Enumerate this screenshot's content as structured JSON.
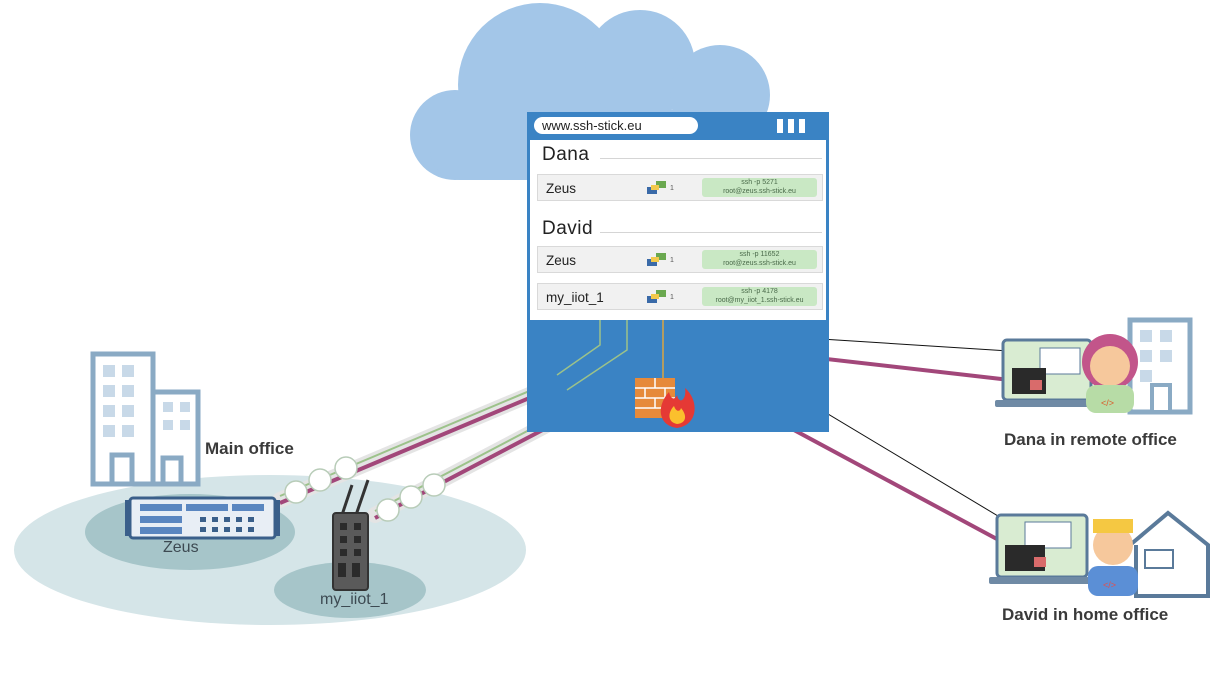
{
  "browser": {
    "url": "www.ssh-stick.eu",
    "users": [
      {
        "name": "Dana",
        "devices": [
          {
            "name": "Zeus",
            "count": "1",
            "cmd_line1": "ssh -p 5271",
            "cmd_line2": "root@zeus.ssh-stick.eu"
          }
        ]
      },
      {
        "name": "David",
        "devices": [
          {
            "name": "Zeus",
            "count": "1",
            "cmd_line1": "ssh -p 11652",
            "cmd_line2": "root@zeus.ssh-stick.eu"
          },
          {
            "name": "my_iiot_1",
            "count": "1",
            "cmd_line1": "ssh -p 4178",
            "cmd_line2": "root@my_iiot_1.ssh-stick.eu"
          }
        ]
      }
    ]
  },
  "labels": {
    "main_office": "Main office",
    "zeus": "Zeus",
    "iiot": "my_iiot_1",
    "dana": "Dana in remote office",
    "david": "David in home office"
  },
  "colors": {
    "cloud": "#a3c6e8",
    "window_blue": "#3a83c4",
    "tunnel_magenta": "#a2477a",
    "tunnel_green": "#9cc28a",
    "ground": "#d5e5e8",
    "building": "#8aaac4"
  }
}
